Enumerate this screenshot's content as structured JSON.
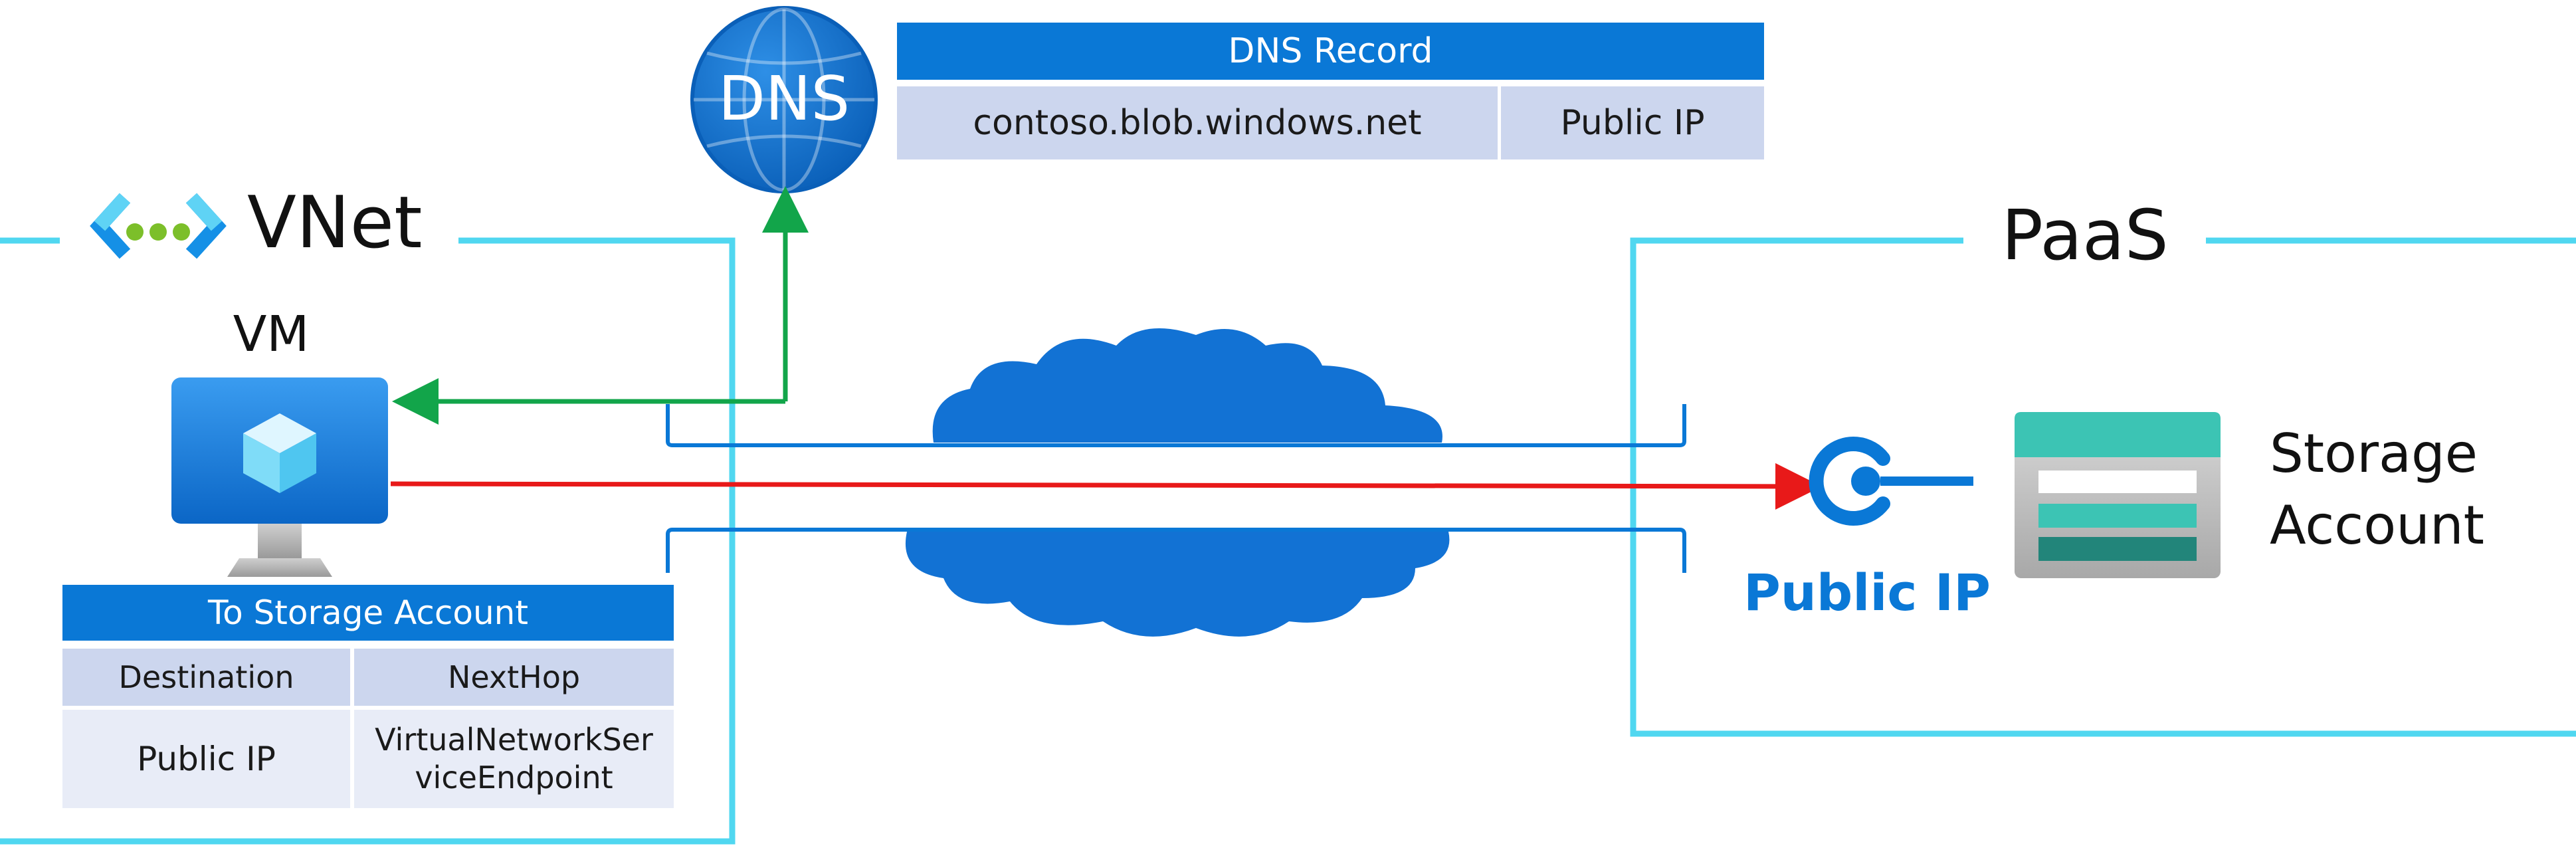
{
  "dns": {
    "icon_text": "DNS",
    "record": {
      "title": "DNS Record",
      "host": "contoso.blob.windows.net",
      "value": "Public IP"
    }
  },
  "vnet": {
    "label": "VNet",
    "vm_label": "VM",
    "route_table": {
      "title": "To Storage Account",
      "headers": [
        "Destination",
        "NextHop"
      ],
      "row": {
        "destination": "Public IP",
        "nexthop_line1": "VirtualNetworkSer",
        "nexthop_line2": "viceEndpoint"
      }
    }
  },
  "paas": {
    "label": "PaaS",
    "public_ip_label": "Public IP",
    "storage_line1": "Storage",
    "storage_line2": "Account"
  },
  "colors": {
    "vnet_border": "#50d7f0",
    "azure_blue": "#0a78d6",
    "cloud": "#1272d4",
    "dns_arrow": "#12a54a",
    "traffic_arrow": "#e81919",
    "storage_teal": "#3cc4b4"
  }
}
